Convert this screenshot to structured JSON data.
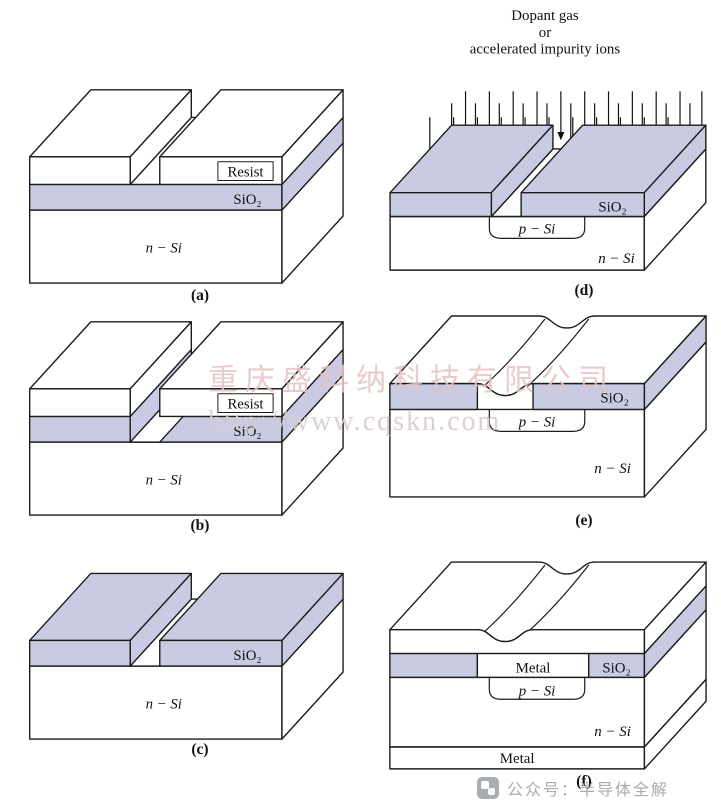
{
  "colors": {
    "sio2_fill": "#c9cbe3",
    "outline": "#1c1c1c",
    "watermark_pink": "#e6c3c3",
    "watermark_gray": "#d9cccc",
    "badge_gray": "#a7adb3"
  },
  "watermark": {
    "company": "重庆盛科纳科技有限公司",
    "url": "http://www.cqskn.com",
    "badge": "公众号：半导体全解"
  },
  "panels": {
    "a": {
      "caption": "(a)",
      "labels": {
        "resist": "Resist",
        "sio2": "SiO₂",
        "nsi": "n − Si"
      }
    },
    "b": {
      "caption": "(b)",
      "labels": {
        "resist": "Resist",
        "sio2": "SiO₂",
        "nsi": "n − Si"
      }
    },
    "c": {
      "caption": "(c)",
      "labels": {
        "sio2": "SiO₂",
        "nsi": "n − Si"
      }
    },
    "d": {
      "caption": "(d)",
      "header": {
        "line1": "Dopant gas",
        "line2": "or",
        "line3": "accelerated impurity ions"
      },
      "labels": {
        "sio2": "SiO₂",
        "psi": "p − Si",
        "nsi": "n − Si"
      }
    },
    "e": {
      "caption": "(e)",
      "labels": {
        "sio2": "SiO₂",
        "psi": "p − Si",
        "nsi": "n − Si"
      }
    },
    "f": {
      "caption": "(f)",
      "labels": {
        "metal_top": "Metal",
        "sio2": "SiO₂",
        "psi": "p − Si",
        "nsi": "n − Si",
        "metal_bottom": "Metal"
      }
    }
  }
}
